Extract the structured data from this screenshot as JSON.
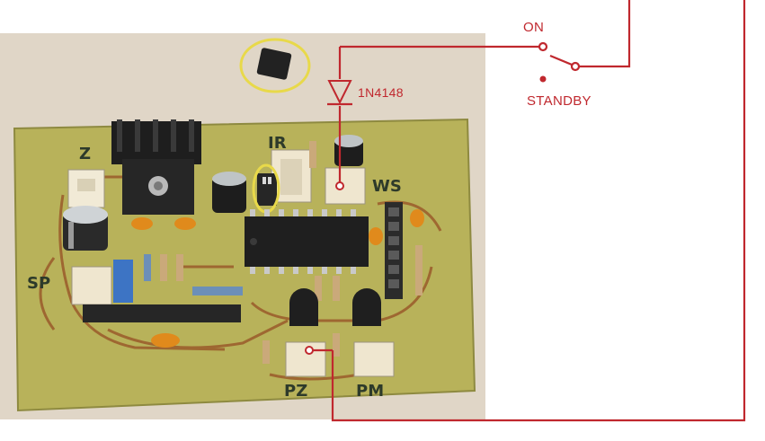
{
  "labels": {
    "switch_on": "ON",
    "switch_standby": "STANDBY",
    "diode_part": "1N4148"
  },
  "silkscreen": {
    "z": "Z",
    "ir": "IR",
    "ws": "WS",
    "sp": "SP",
    "pz": "PZ",
    "pm": "PM"
  },
  "colors": {
    "wire_red": "#c0282e",
    "pcb_green": "#b8b25a",
    "copper": "#9a5a2a",
    "jumper_highlight": "#e8d94a"
  }
}
